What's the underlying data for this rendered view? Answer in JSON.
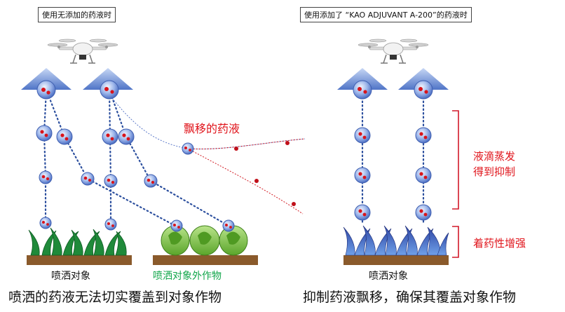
{
  "left_panel": {
    "header": "使用无添加的药液时",
    "drift_label": "飘移的药液",
    "target_label": "喷洒对象",
    "non_target_label": "喷洒对象外作物",
    "caption": "喷洒的药液无法切实覆盖到对象作物"
  },
  "right_panel": {
    "header": "使用添加了 “KAO ADJUVANT A-200”的药液时",
    "evaporation_label_line1": "液滴蒸发",
    "evaporation_label_line2": "得到抑制",
    "adhesion_label": "着药性增强",
    "target_label": "喷洒对象",
    "caption": "抑制药液飘移，确保其覆盖对象作物"
  },
  "colors": {
    "red_text": "#e0141b",
    "green_text": "#11a64a",
    "droplet": "#8aa8e4",
    "drift_dot": "#c0101a",
    "soil": "#8a5a2b",
    "grass": "#1f8a3a",
    "blue_crop": "#3a55b0",
    "lettuce": "#8acb3a"
  }
}
